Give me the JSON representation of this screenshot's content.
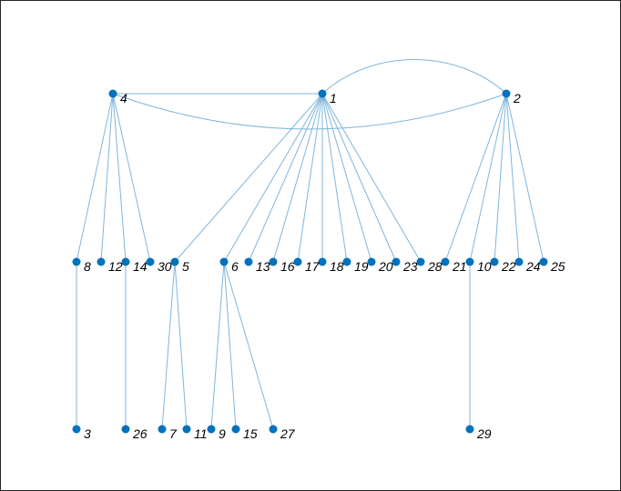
{
  "graph": {
    "nodes": [
      {
        "id": "1"
      },
      {
        "id": "2"
      },
      {
        "id": "3"
      },
      {
        "id": "4"
      },
      {
        "id": "5"
      },
      {
        "id": "6"
      },
      {
        "id": "7"
      },
      {
        "id": "8"
      },
      {
        "id": "9"
      },
      {
        "id": "10"
      },
      {
        "id": "11"
      },
      {
        "id": "12"
      },
      {
        "id": "13"
      },
      {
        "id": "14"
      },
      {
        "id": "15"
      },
      {
        "id": "16"
      },
      {
        "id": "17"
      },
      {
        "id": "18"
      },
      {
        "id": "19"
      },
      {
        "id": "20"
      },
      {
        "id": "21"
      },
      {
        "id": "22"
      },
      {
        "id": "23"
      },
      {
        "id": "24"
      },
      {
        "id": "25"
      },
      {
        "id": "26"
      },
      {
        "id": "27"
      },
      {
        "id": "28"
      },
      {
        "id": "29"
      },
      {
        "id": "30"
      }
    ],
    "edges": [
      [
        "1",
        "2"
      ],
      [
        "1",
        "4"
      ],
      [
        "2",
        "4"
      ],
      [
        "4",
        "8"
      ],
      [
        "4",
        "12"
      ],
      [
        "4",
        "14"
      ],
      [
        "4",
        "30"
      ],
      [
        "1",
        "5"
      ],
      [
        "1",
        "6"
      ],
      [
        "1",
        "13"
      ],
      [
        "1",
        "16"
      ],
      [
        "1",
        "17"
      ],
      [
        "1",
        "18"
      ],
      [
        "1",
        "19"
      ],
      [
        "1",
        "20"
      ],
      [
        "1",
        "23"
      ],
      [
        "1",
        "28"
      ],
      [
        "2",
        "21"
      ],
      [
        "2",
        "10"
      ],
      [
        "2",
        "22"
      ],
      [
        "2",
        "24"
      ],
      [
        "2",
        "25"
      ],
      [
        "8",
        "3"
      ],
      [
        "14",
        "26"
      ],
      [
        "5",
        "7"
      ],
      [
        "5",
        "11"
      ],
      [
        "6",
        "9"
      ],
      [
        "6",
        "15"
      ],
      [
        "6",
        "27"
      ],
      [
        "10",
        "29"
      ]
    ],
    "colors": {
      "node": "#0072bd",
      "edge": "#7fb6dc",
      "frame": "#262626"
    }
  }
}
